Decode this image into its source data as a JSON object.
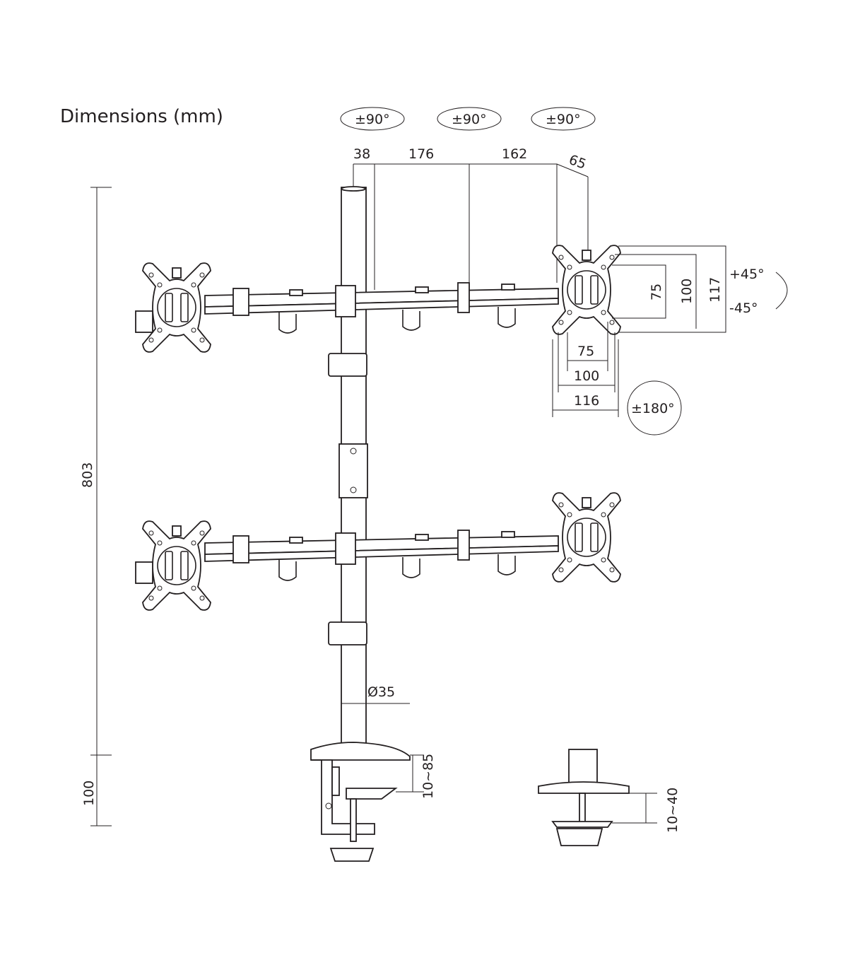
{
  "title": "Dimensions (mm)",
  "rotation_labels": [
    "±90°",
    "±90°",
    "±90°"
  ],
  "arm_dimensions": {
    "d1": "38",
    "d2": "176",
    "d3": "162",
    "d4": "65"
  },
  "vesa": {
    "v75": "75",
    "v100": "100",
    "v117": "117",
    "h75": "75",
    "h100": "100",
    "h116": "116",
    "tilt_up": "+45°",
    "tilt_down": "-45°",
    "rotate": "±180°"
  },
  "height": {
    "total": "803",
    "base": "100"
  },
  "pole_diameter": "Ø35",
  "clamp_range": "10~85",
  "grommet_range": "10~40"
}
